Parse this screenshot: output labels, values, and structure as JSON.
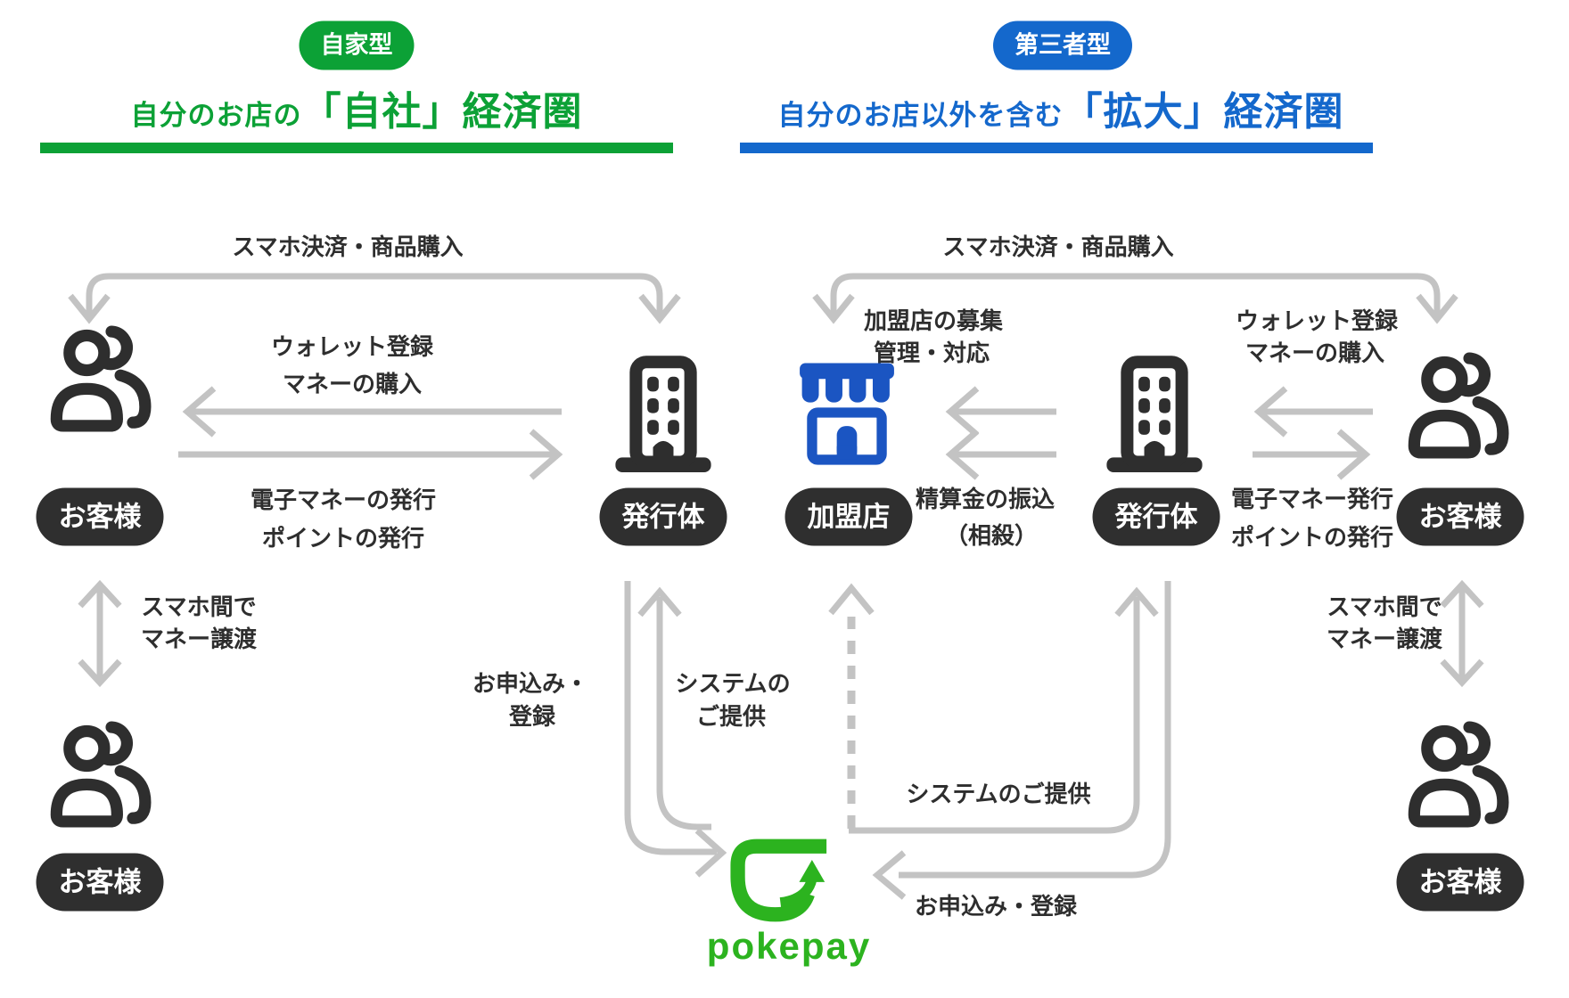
{
  "colors": {
    "green": "#0ca136",
    "blue": "#1468cc",
    "store_blue": "#1b55c2",
    "logo_green": "#2cb31f",
    "arrow_gray": "#c3c3c3",
    "dark": "#2e2e2e",
    "badge_bg": "#2f2f2f"
  },
  "logo": {
    "wordmark": "pokepay"
  },
  "left": {
    "type_badge": "自家型",
    "title_prefix": "自分のお店の",
    "title_emphasis": "「自社」経済圏",
    "nodes": {
      "customer_top": "お客様",
      "issuer": "発行体",
      "customer_bottom": "お客様"
    },
    "labels": {
      "top_arrow": "スマホ決済・商品購入",
      "wallet_1": "ウォレット登録",
      "wallet_2": "マネーの購入",
      "emoney_1": "電子マネーの発行",
      "emoney_2": "ポイントの発行",
      "transfer_1": "スマホ間で",
      "transfer_2": "マネー譲渡",
      "apply_1": "お申込み・",
      "apply_2": "登録",
      "system_1": "システムの",
      "system_2": "ご提供"
    }
  },
  "right": {
    "type_badge": "第三者型",
    "title_prefix": "自分のお店以外を含む",
    "title_emphasis": "「拡大」経済圏",
    "nodes": {
      "merchant": "加盟店",
      "issuer": "発行体",
      "customer_top": "お客様",
      "customer_bottom": "お客様"
    },
    "labels": {
      "top_arrow": "スマホ決済・商品購入",
      "recruit_1": "加盟店の募集",
      "recruit_2": "管理・対応",
      "settle_1": "精算金の振込",
      "settle_2": "（相殺）",
      "wallet_1": "ウォレット登録",
      "wallet_2": "マネーの購入",
      "emoney_1": "電子マネー発行",
      "emoney_2": "ポイントの発行",
      "transfer_1": "スマホ間で",
      "transfer_2": "マネー譲渡",
      "system": "システムのご提供",
      "apply": "お申込み・登録"
    }
  }
}
